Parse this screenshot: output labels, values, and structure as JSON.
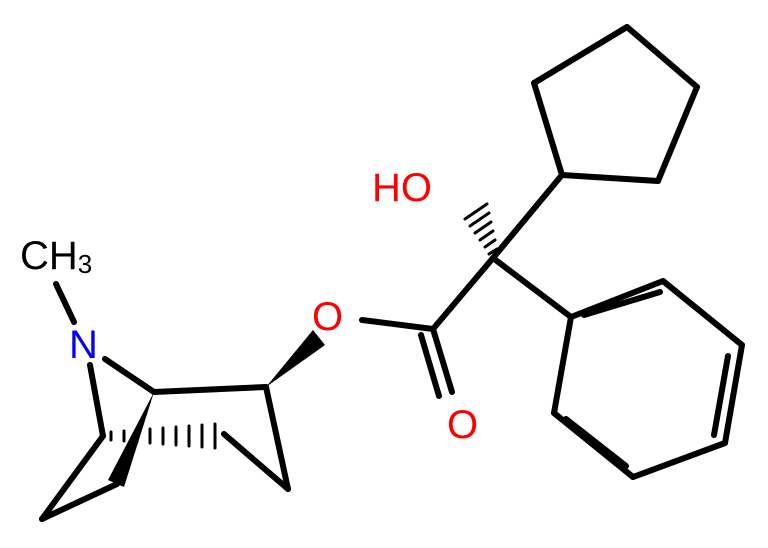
{
  "molecule": {
    "atom_labels": {
      "hydroxyl": "HO",
      "ester_oxygen": "O",
      "carbonyl_oxygen": "O",
      "nitrogen": "N",
      "methyl_main": "CH",
      "methyl_subscript": "3"
    },
    "colors": {
      "bond": "#000000",
      "oxygen": "#ff0000",
      "nitrogen": "#0000ff",
      "carbon_label": "#000000",
      "background": "#ffffff"
    }
  }
}
